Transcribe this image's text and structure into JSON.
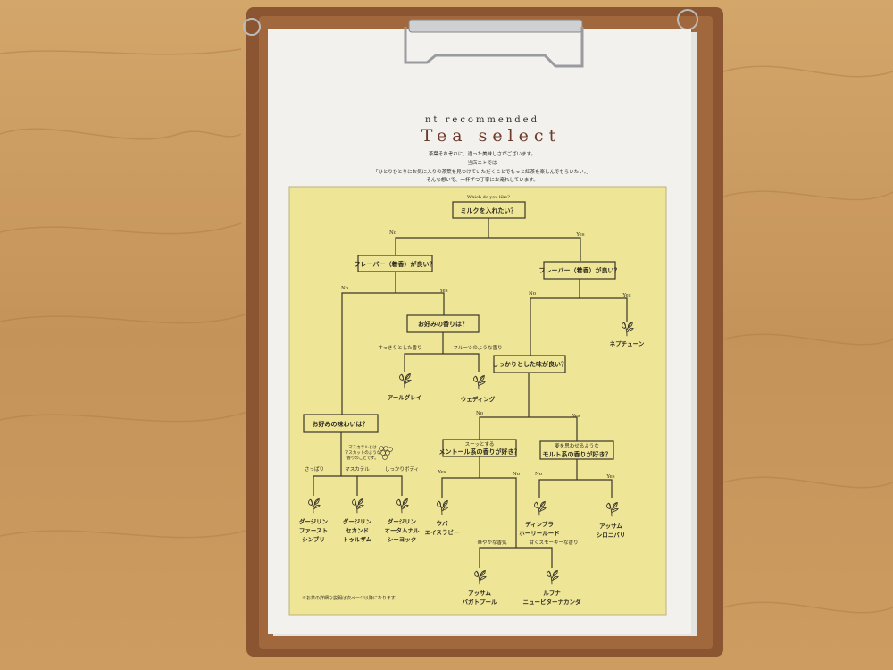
{
  "header": {
    "subtitle": "nt recommended",
    "title": "Tea select"
  },
  "intro": [
    "茶葉それぞれに、違った美味しさがございます。",
    "当店ニトでは",
    "「ひとりひとりにお気に入りの茶葉を見つけていただくことでもっと紅茶を楽しんでもらいたい。」",
    "そんな想いで、一杯ずつ丁寧にお淹れしています。"
  ],
  "chart": {
    "start": "Which do you like?",
    "q_milk": "ミルクを入れたい？",
    "q_flavor_l": "フレーバー（着香）が良い？",
    "q_flavor_r": "フレーバー（着香）が良い？",
    "q_aroma": "お好みの香りは？",
    "q_rich": "しっかりとした味が良い？",
    "q_taste": "お好みの味わいは？",
    "q_menthol_top": "スーッとする",
    "q_menthol": "メントール系の香りが好き？",
    "q_malt_top": "麦を思わせるような",
    "q_malt": "モルト系の香りが好き？",
    "yes": "Yes",
    "no": "No",
    "opt_clean": "すっきりとした香り",
    "opt_fruit": "フルーツのような香り",
    "opt_light": "さっぱり",
    "opt_muscatel": "マスカテル",
    "opt_body": "しっかりボディ",
    "muscatel_note": [
      "マスカテルとは",
      "マスカットのような",
      "香りのことです。"
    ],
    "opt_floral": "華やかな香気",
    "opt_smoky": "甘くスモーキーな香り",
    "teas": {
      "earl_grey": [
        "アールグレイ"
      ],
      "wedding": [
        "ウェディング"
      ],
      "neptune": [
        "ネプチューン"
      ],
      "darj1": [
        "ダージリン",
        "ファースト",
        "シンブリ"
      ],
      "darj2": [
        "ダージリン",
        "セカンド",
        "トゥルザム"
      ],
      "darj3": [
        "ダージリン",
        "オータムナル",
        "シーヨック"
      ],
      "uva": [
        "ウバ",
        "エイスラビー"
      ],
      "dimbula": [
        "ディンブラ",
        "ホーリールード"
      ],
      "assam_s": [
        "アッサム",
        "シロニバリ"
      ],
      "assam_b": [
        "アッサム",
        "バガトプール"
      ],
      "ruhuna": [
        "ルフナ",
        "ニュービターナカンダ"
      ]
    },
    "footnote": "※お茶の詳細な説明は次ページ以降になります。"
  },
  "colors": {
    "wood": "#c99a5e",
    "leather": "#8a5530",
    "paper": "#f2f1ee",
    "chart_bg": "#efe597",
    "title": "#6b3a2a"
  }
}
